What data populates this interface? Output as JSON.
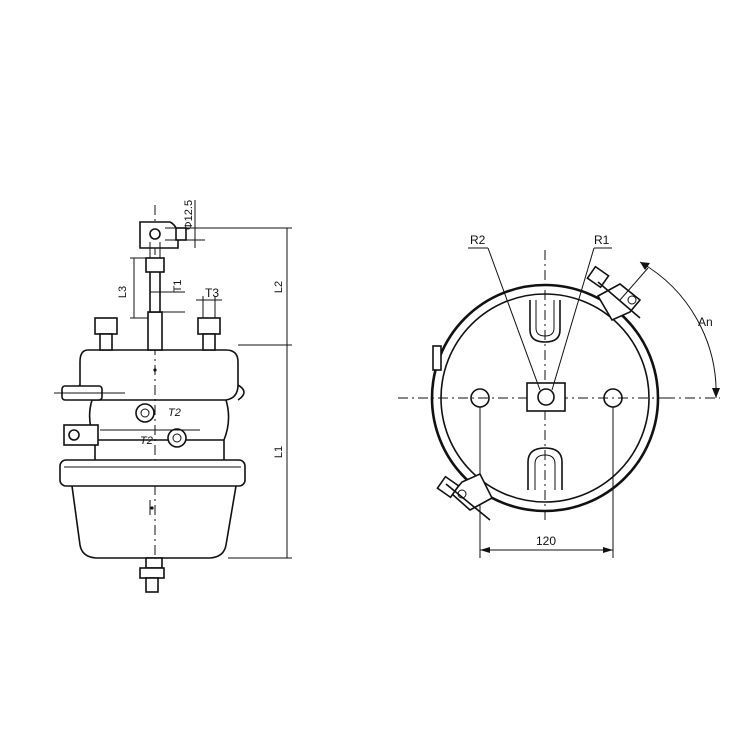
{
  "side_view": {
    "labels": {
      "phi": "Φ12.5",
      "l1": "L1",
      "l2": "L2",
      "l3": "L3",
      "t1": "T1",
      "t3": "T3",
      "t2_upper": "T2",
      "t2_lower": "T2"
    }
  },
  "front_view": {
    "labels": {
      "r1": "R1",
      "r2": "R2",
      "an": "An",
      "dim_120": "120"
    }
  },
  "colors": {
    "ink": "#111111",
    "paper": "#ffffff"
  }
}
